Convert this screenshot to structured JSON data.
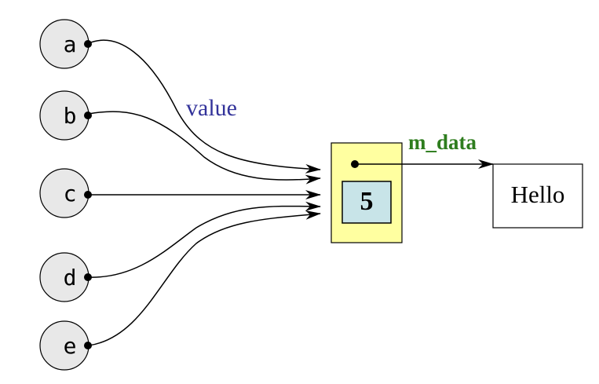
{
  "variables": [
    "a",
    "b",
    "c",
    "d",
    "e"
  ],
  "value_label": "value",
  "member_label": "m_data",
  "object_value": "5",
  "string_value": "Hello",
  "colors": {
    "value_label": "#33339a",
    "member_label": "#2e7d1e",
    "object_fill": "#ffffa0",
    "inner_fill": "#c8e4e8",
    "variable_fill": "#e8e8e8"
  }
}
